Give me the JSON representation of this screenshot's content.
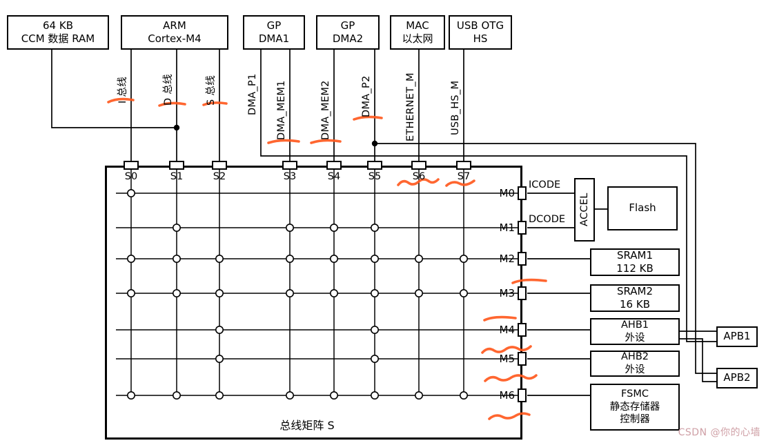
{
  "accent_color": "#ff5a1f",
  "watermark": "CSDN @你的心墙",
  "top_boxes": {
    "ccm": {
      "line1": "64 KB",
      "line2": "CCM 数据 RAM"
    },
    "arm": {
      "line1": "ARM",
      "line2": "Cortex-M4"
    },
    "dma1": {
      "line1": "GP",
      "line2": "DMA1"
    },
    "dma2": {
      "line1": "GP",
      "line2": "DMA2"
    },
    "mac": {
      "line1": "MAC",
      "line2": "以太网"
    },
    "usb": {
      "line1": "USB OTG",
      "line2": "HS"
    }
  },
  "bus_labels": {
    "i_bus": "I 总线",
    "d_bus": "D 总线",
    "s_bus": "S 总线",
    "dma_p1": "DMA_P1",
    "dma_mem1": "DMA_MEM1",
    "dma_mem2": "DMA_MEM2",
    "dma_p2": "DMA_P2",
    "ethernet_m": "ETHERNET_M",
    "usb_hs_m": "USB_HS_M"
  },
  "matrix": {
    "label": "总线矩阵 S",
    "s_ports": [
      "S0",
      "S1",
      "S2",
      "S3",
      "S4",
      "S5",
      "S6",
      "S7"
    ],
    "m_ports": [
      "M0",
      "M1",
      "M2",
      "M3",
      "M4",
      "M5",
      "M6"
    ],
    "connections": [
      [
        0
      ],
      [
        1,
        3,
        4,
        5
      ],
      [
        0,
        1,
        2,
        3,
        4,
        5,
        6,
        7
      ],
      [
        0,
        1,
        2,
        3,
        4,
        5,
        6,
        7
      ],
      [
        2,
        5
      ],
      [
        2,
        5
      ],
      [
        0,
        1,
        2,
        3,
        4,
        5,
        6,
        7
      ]
    ]
  },
  "bus_link_labels": {
    "icode": "ICODE",
    "dcode": "DCODE"
  },
  "slaves": {
    "accel": "ACCEL",
    "flash": "Flash",
    "sram1": {
      "line1": "SRAM1",
      "line2": "112 KB"
    },
    "sram2": {
      "line1": "SRAM2",
      "line2": "16 KB"
    },
    "ahb1": {
      "line1": "AHB1",
      "line2": "外设"
    },
    "ahb2": {
      "line1": "AHB2",
      "line2": "外设"
    },
    "fsmc": {
      "line1": "FSMC",
      "line2": "静态存储器",
      "line3": "控制器"
    },
    "apb1": "APB1",
    "apb2": "APB2"
  }
}
